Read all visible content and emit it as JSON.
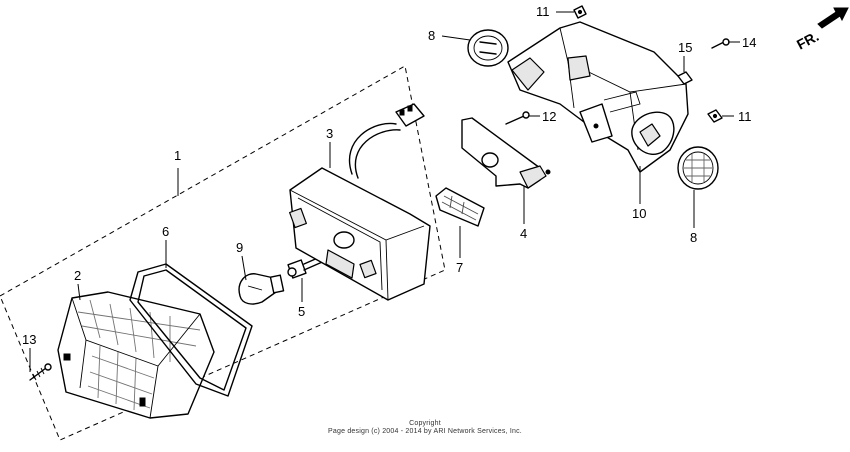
{
  "callouts": [
    {
      "id": "c1",
      "label": "1"
    },
    {
      "id": "c2",
      "label": "2"
    },
    {
      "id": "c3",
      "label": "3"
    },
    {
      "id": "c4",
      "label": "4"
    },
    {
      "id": "c5",
      "label": "5"
    },
    {
      "id": "c6",
      "label": "6"
    },
    {
      "id": "c7",
      "label": "7"
    },
    {
      "id": "c8a",
      "label": "8"
    },
    {
      "id": "c8b",
      "label": "8"
    },
    {
      "id": "c9",
      "label": "9"
    },
    {
      "id": "c10",
      "label": "10"
    },
    {
      "id": "c11a",
      "label": "11"
    },
    {
      "id": "c11b",
      "label": "11"
    },
    {
      "id": "c12",
      "label": "12"
    },
    {
      "id": "c13",
      "label": "13"
    },
    {
      "id": "c14",
      "label": "14"
    },
    {
      "id": "c15",
      "label": "15"
    }
  ],
  "direction": {
    "label": "FR."
  },
  "footer": {
    "line1": "Copyright",
    "line2": "Page design (c) 2004 - 2014 by ARI Network Services, Inc."
  }
}
